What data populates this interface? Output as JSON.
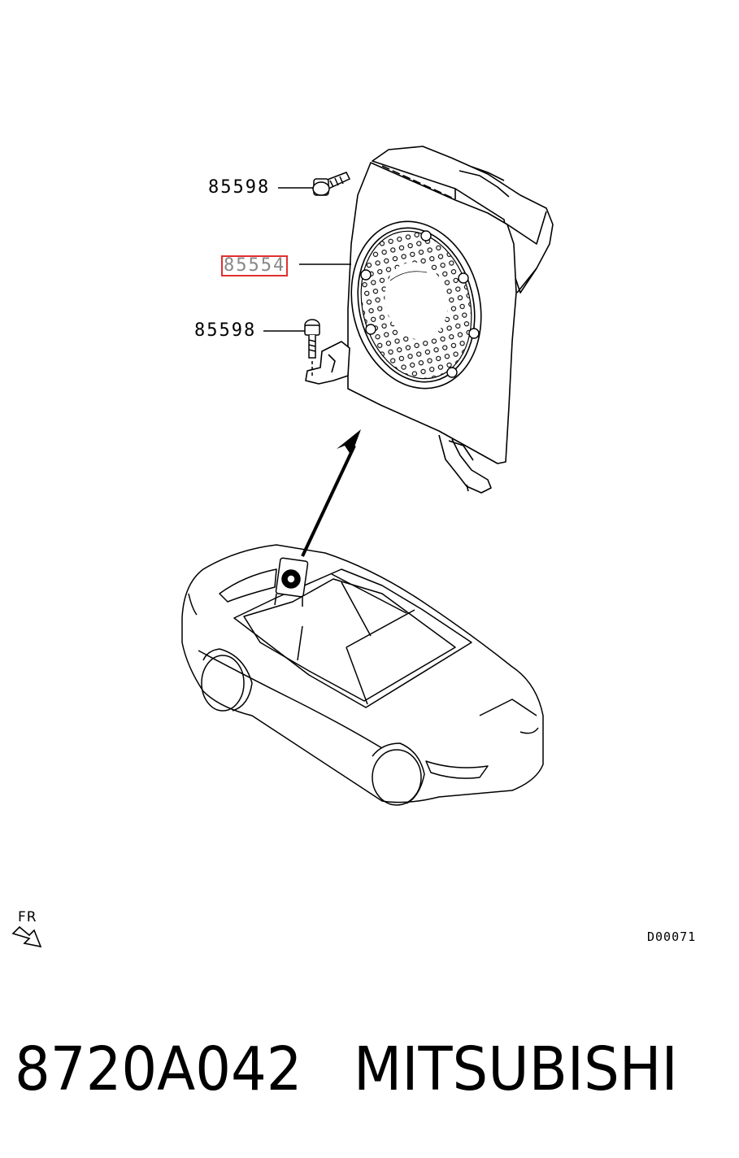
{
  "callouts": [
    {
      "part_number": "85598",
      "highlighted": false
    },
    {
      "part_number": "85554",
      "highlighted": true
    },
    {
      "part_number": "85598",
      "highlighted": false
    }
  ],
  "orientation_label": "FR",
  "drawing_code": "D00071",
  "footer": {
    "part_number": "8720A042",
    "brand": "MITSUBISHI"
  },
  "colors": {
    "highlight_border": "#e03030",
    "highlight_text": "#888888",
    "line": "#000000"
  }
}
